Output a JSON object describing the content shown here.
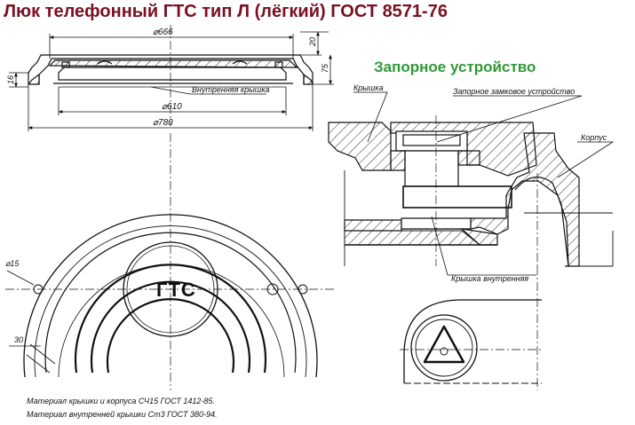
{
  "title": "Люк телефонный ГТС тип Л (лёгкий) ГОСТ 8571-76",
  "subtitle": "Запорное устройство",
  "dimensions": {
    "d666": "⌀666",
    "d610": "⌀610",
    "d780": "⌀780",
    "h20": "20",
    "h75": "75",
    "h16": "16",
    "hole15": "⌀15",
    "w30": "30"
  },
  "labels": {
    "inner_cover": "Внутренняя крышка",
    "cover": "Крышка",
    "lock_device": "Запорное замковое устройство",
    "body": "Корпус",
    "cover_inner_bottom": "Крышка внутренняя",
    "gts": "ГТС"
  },
  "notes": {
    "line1": "Материал крышки и корпуса СЧ15 ГОСТ 1412-85.",
    "line2": "Материал внутренней крышки Ст3 ГОСТ 380-94."
  },
  "colors": {
    "title": "#7a1020",
    "subtitle": "#2f9a35",
    "line": "#111111"
  }
}
